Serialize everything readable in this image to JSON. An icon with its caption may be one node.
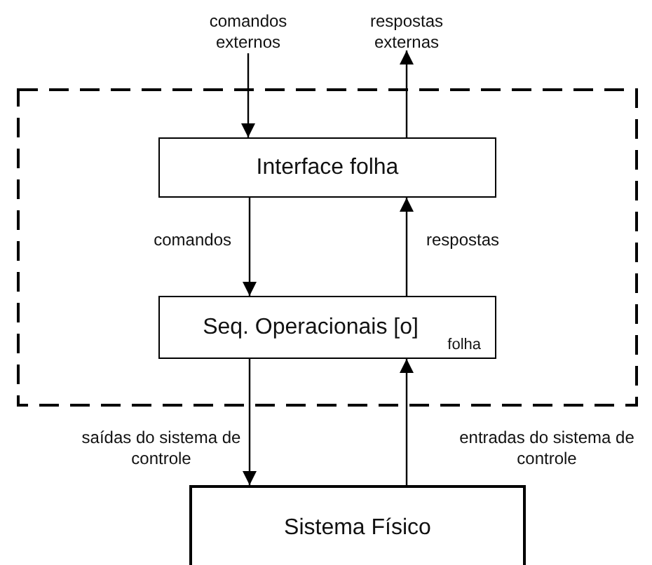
{
  "diagram": {
    "nodes": [
      {
        "text": [],
        "shape": "box"
      },
      {
        "text": [
          "Interface folha"
        ],
        "in": 0
      },
      {
        "text": [
          "Seq. Operacionais [o]",
          "folha"
        ],
        "in": 0
      },
      {
        "text": [
          "Sistema Físico"
        ]
      }
    ],
    "edges": [
      {
        "from": null,
        "to": 1,
        "arrow": "to",
        "label": "comandos externos"
      },
      {
        "from": 1,
        "to": null,
        "arrow": "to",
        "label": "respostas externas"
      },
      {
        "from": 1,
        "to": 2,
        "arrow": "to",
        "label": "comandos"
      },
      {
        "from": 2,
        "to": 1,
        "arrow": "to",
        "label": "respostas"
      },
      {
        "from": 2,
        "to": 3,
        "arrow": "to",
        "label": "saídas do sistema de controle"
      },
      {
        "from": 3,
        "to": 2,
        "arrow": "to",
        "label": "entradas do sistema de controle"
      }
    ]
  }
}
